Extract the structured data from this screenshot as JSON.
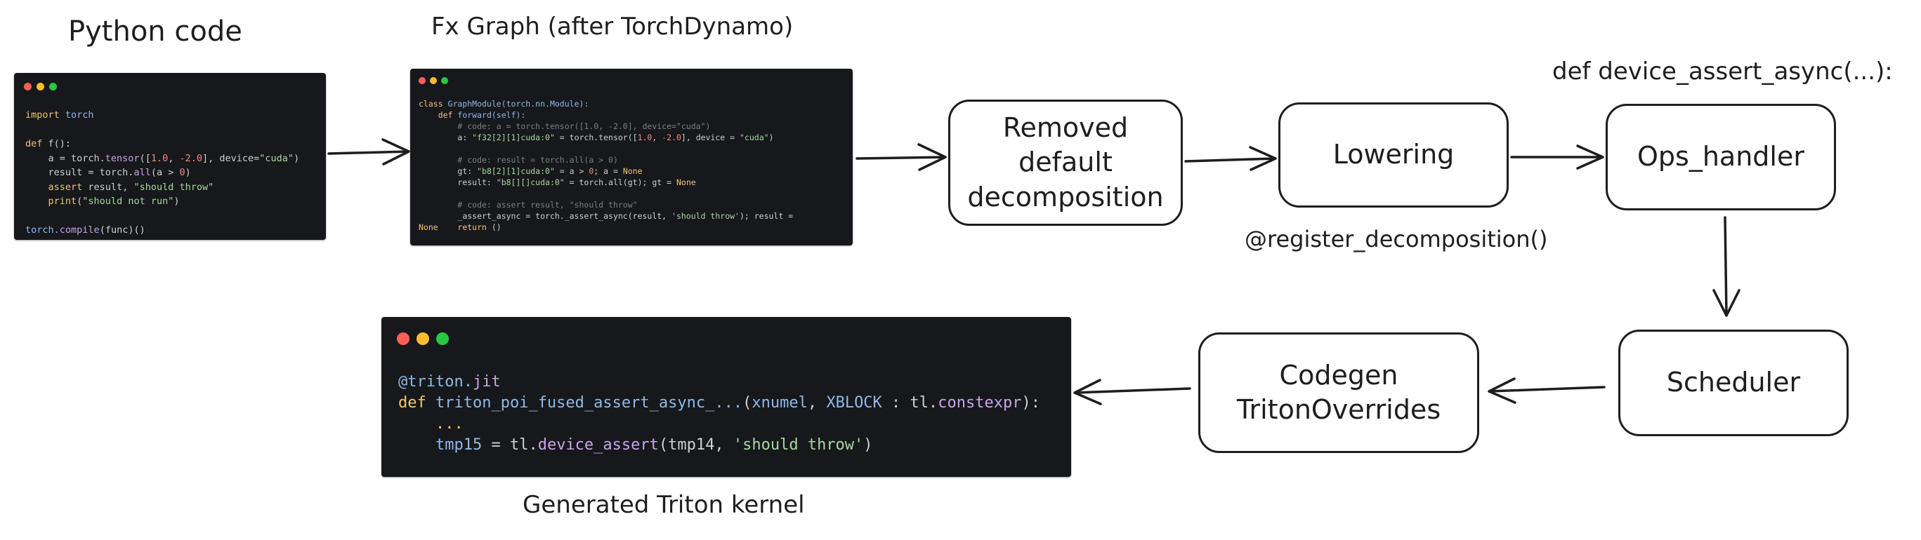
{
  "labels": {
    "python_code": "Python code",
    "fx_graph": "Fx Graph (after TorchDynamo)",
    "device_assert": "def device_assert_async(...):",
    "register_decomp": "@register_decomposition()",
    "generated_kernel": "Generated Triton kernel"
  },
  "nodes": {
    "removed": {
      "lines": [
        "Removed",
        "default",
        "decomposition"
      ]
    },
    "lowering": {
      "lines": [
        "Lowering"
      ]
    },
    "ops_handler": {
      "lines": [
        "Ops_handler"
      ]
    },
    "scheduler": {
      "lines": [
        "Scheduler"
      ]
    },
    "codegen": {
      "lines": [
        "Codegen",
        "TritonOverrides"
      ]
    }
  },
  "python_snippet": {
    "l1_kw": "import",
    "l1_id": "torch",
    "l2_kw": "def",
    "l2_fn": "f():",
    "l3_a": "a = torch.",
    "l3_fn": "tensor",
    "l3_b": "([",
    "l3_n1": "1.0",
    "l3_c": ", ",
    "l3_n2": "-2.0",
    "l3_d": "], device=",
    "l3_s": "\"cuda\"",
    "l3_e": ")",
    "l4_a": "result = torch.",
    "l4_fn": "all",
    "l4_b": "(a > ",
    "l4_n": "0",
    "l4_c": ")",
    "l5_kw": "assert",
    "l5_a": " result, ",
    "l5_s": "\"should throw\"",
    "l6_kw": "print",
    "l6_a": "(",
    "l6_s": "\"should not run\"",
    "l6_b": ")",
    "l7_a": "torch.",
    "l7_fn": "compile",
    "l7_b": "(func)()"
  },
  "fx_snippet": {
    "l1_kw": "class",
    "l1_a": " GraphModule(torch.nn.Module):",
    "l2_kw": "def",
    "l2_a": " forward(self):",
    "l3_cm": "# code: a = torch.tensor([1.0, -2.0], device=\"cuda\")",
    "l4_a": "a: ",
    "l4_s": "\"f32[2][1]cuda:0\"",
    "l4_b": " = torch.tensor([",
    "l4_n1": "1.0",
    "l4_c": ", ",
    "l4_n2": "-2.0",
    "l4_d": "], device = ",
    "l4_s2": "\"cuda\"",
    "l4_e": ")",
    "l5_cm": "# code: result = torch.all(a > 0)",
    "l6_a": "gt: ",
    "l6_s": "\"b8[2][1]cuda:0\"",
    "l6_b": " = a > ",
    "l6_n": "0",
    "l6_c": "; a = ",
    "l6_kw": "None",
    "l7_a": "result: ",
    "l7_s": "\"b8[][]cuda:0\"",
    "l7_b": " = torch.all(gt); gt = ",
    "l7_kw": "None",
    "l8_cm": "# code: assert result, \"should throw\"",
    "l9_a": "_assert_async = torch._assert_async(result, ",
    "l9_s": "'should throw'",
    "l9_b": "); result =",
    "l10_kw": "None",
    "l10_kw2": "return",
    "l10_a": " ()"
  },
  "triton_snippet": {
    "l1_a": "@triton.",
    "l1_fn": "jit",
    "l2_kw": "def",
    "l2_fn": " triton_poi_fused_assert_async_...",
    "l2_a": "(",
    "l2_id1": "xnumel",
    "l2_b": ", ",
    "l2_id2": "XBLOCK",
    "l2_c": " : tl.",
    "l2_fn2": "constexpr",
    "l2_d": "):",
    "l3_a": "...",
    "l4_id": "tmp15",
    "l4_a": " = tl.",
    "l4_fn": "device_assert",
    "l4_b": "(tmp14, ",
    "l4_s": "'should throw'",
    "l4_c": ")"
  }
}
